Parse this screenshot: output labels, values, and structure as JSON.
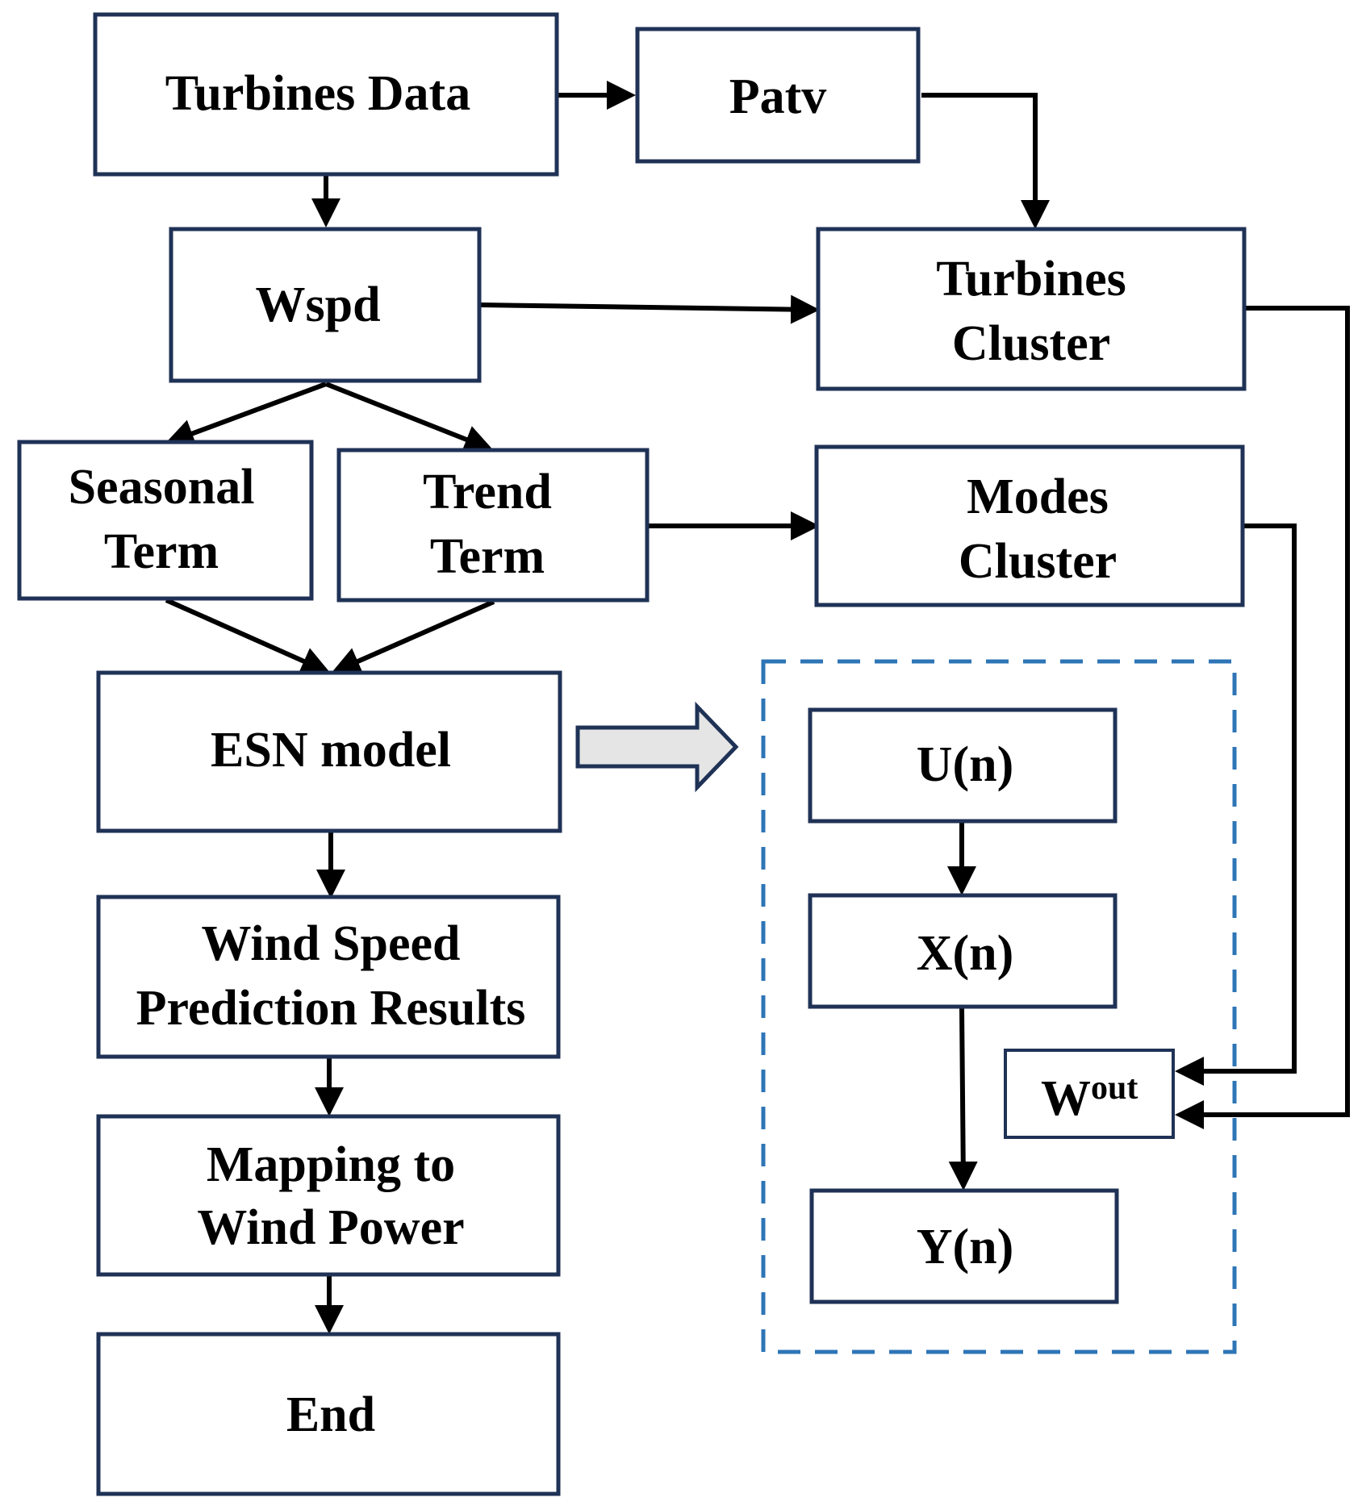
{
  "diagram": {
    "nodes": {
      "turbines_data": [
        "Turbines Data"
      ],
      "patv": [
        "Patv"
      ],
      "wspd": [
        "Wspd"
      ],
      "turbines_cluster": [
        "Turbines",
        "Cluster"
      ],
      "seasonal_term": [
        "Seasonal",
        "Term"
      ],
      "trend_term": [
        "Trend",
        "Term"
      ],
      "modes_cluster": [
        "Modes",
        "Cluster"
      ],
      "esn_model": [
        "ESN model"
      ],
      "wind_speed_results": [
        "Wind Speed",
        "Prediction Results"
      ],
      "mapping": [
        "Mapping to",
        "Wind Power"
      ],
      "end": [
        "End"
      ],
      "u_n": [
        "U(n)"
      ],
      "x_n": [
        "X(n)"
      ],
      "y_n": [
        "Y(n)"
      ]
    },
    "w_out": {
      "base": "W",
      "superscript": "out"
    },
    "colors": {
      "box_border": "#1f3256",
      "arrow": "#000000",
      "dashed_border": "#2e75b6",
      "block_arrow_fill": "#e5e5e5"
    }
  }
}
